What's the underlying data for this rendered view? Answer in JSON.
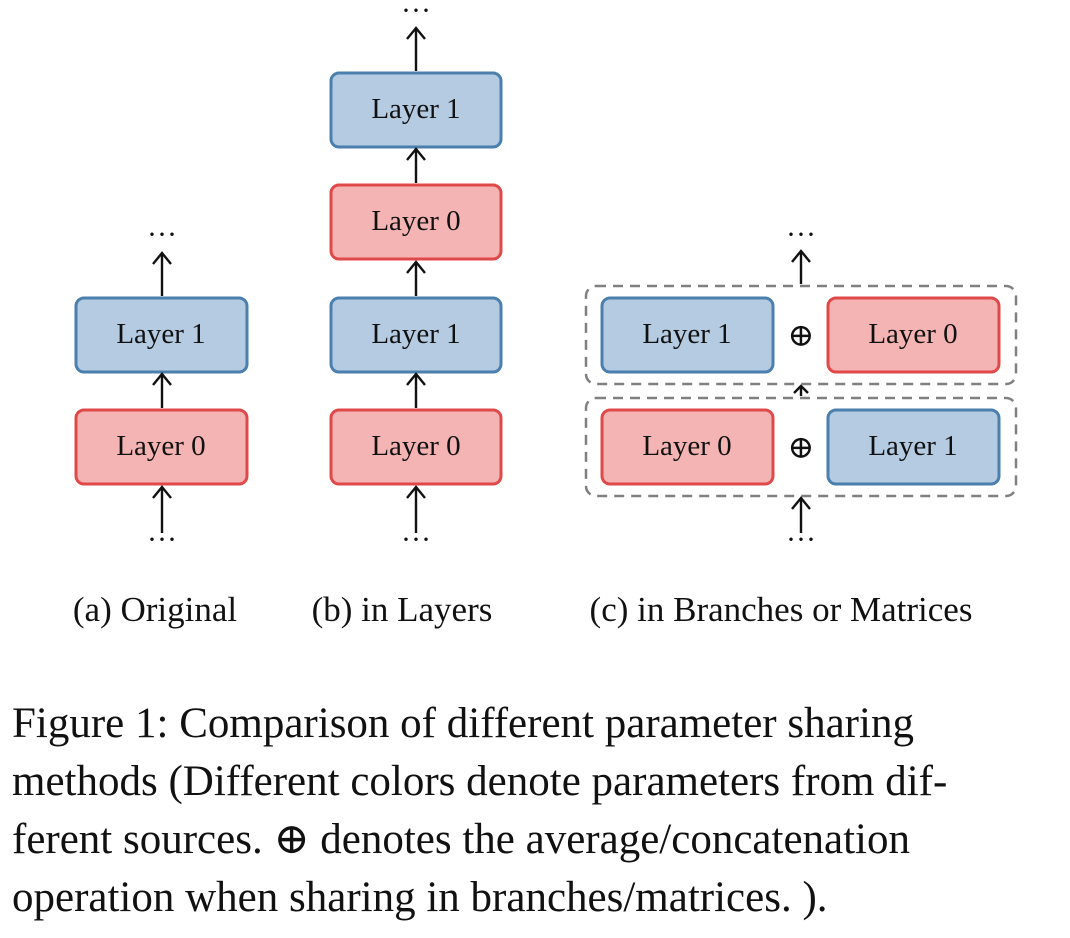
{
  "layers": {
    "layer0": "Layer 0",
    "layer1": "Layer 1"
  },
  "ellipsis": "···",
  "oplus": "⊕",
  "colors": {
    "blue_fill": "#b4cbe1",
    "blue_stroke": "#4a7fae",
    "red_fill": "#f5b4b4",
    "red_stroke": "#e0494a",
    "dashed": "#808080"
  },
  "subcaptions": {
    "a": "(a)  Original",
    "b": "(b)  in Layers",
    "c": "(c)  in Branches or Matrices"
  },
  "caption": {
    "line1": "Figure 1: Comparison of different parameter sharing",
    "line2": "methods (Different colors denote parameters from dif-",
    "line3": "ferent sources.  ⊕ denotes the average/concatenation",
    "line4": "operation when sharing in branches/matrices. )."
  }
}
